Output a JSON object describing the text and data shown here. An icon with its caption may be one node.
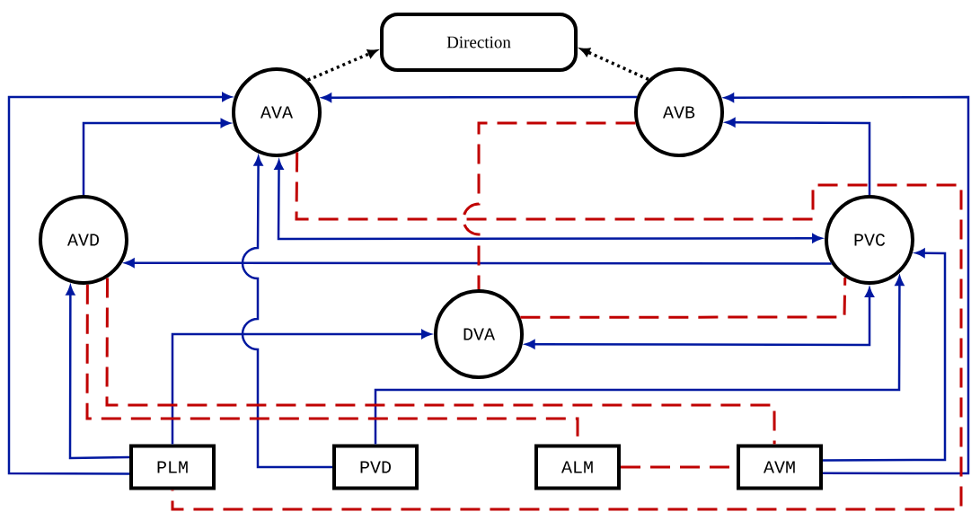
{
  "diagram": {
    "nodes": [
      {
        "text": [
          "Direction"
        ]
      },
      {
        "text": [
          "AVA"
        ]
      },
      {
        "text": [
          "AVB"
        ]
      },
      {
        "text": [
          "AVD"
        ]
      },
      {
        "text": [
          "PVC"
        ]
      },
      {
        "text": [
          "DVA"
        ]
      },
      {
        "text": [
          "PLM"
        ]
      },
      {
        "text": [
          "PVD"
        ]
      },
      {
        "text": [
          "ALM"
        ]
      },
      {
        "text": [
          "AVM"
        ]
      }
    ],
    "edges": [
      {
        "from": 1,
        "to": 0,
        "arrow": "to",
        "style": "dashed",
        "color": "#000000"
      },
      {
        "from": 2,
        "to": 0,
        "arrow": "to",
        "style": "dashed",
        "color": "#000000"
      },
      {
        "from": 6,
        "to": 1,
        "arrow": "to"
      },
      {
        "from": 3,
        "to": 1,
        "arrow": "to"
      },
      {
        "from": 2,
        "to": 1,
        "arrow": "to"
      },
      {
        "from": 9,
        "to": 2,
        "arrow": "to"
      },
      {
        "from": 4,
        "to": 2,
        "arrow": "to"
      },
      {
        "from": 7,
        "to": 1,
        "arrow": "to"
      },
      {
        "from": 1,
        "to": 4,
        "arrow": "both"
      },
      {
        "from": 4,
        "to": 3,
        "arrow": "to"
      },
      {
        "from": 6,
        "to": 3,
        "arrow": "to"
      },
      {
        "from": 6,
        "to": 5,
        "arrow": "to"
      },
      {
        "from": 5,
        "to": 4,
        "arrow": "both"
      },
      {
        "from": 7,
        "to": 4,
        "arrow": "to"
      },
      {
        "from": 9,
        "to": 4,
        "arrow": "to"
      },
      {
        "from": 1,
        "to": 6,
        "arrow": "none",
        "style": "dashed",
        "color": "#c00000"
      },
      {
        "from": 2,
        "to": 5,
        "arrow": "none",
        "style": "dashed",
        "color": "#c00000"
      },
      {
        "from": 5,
        "to": 4,
        "arrow": "none",
        "style": "dashed",
        "color": "#c00000"
      },
      {
        "from": 3,
        "to": 8,
        "arrow": "none",
        "style": "dashed",
        "color": "#c00000"
      },
      {
        "from": 3,
        "to": 9,
        "arrow": "none",
        "style": "dashed",
        "color": "#c00000"
      },
      {
        "from": 8,
        "to": 9,
        "arrow": "none",
        "style": "dashed",
        "color": "#c00000"
      }
    ]
  }
}
